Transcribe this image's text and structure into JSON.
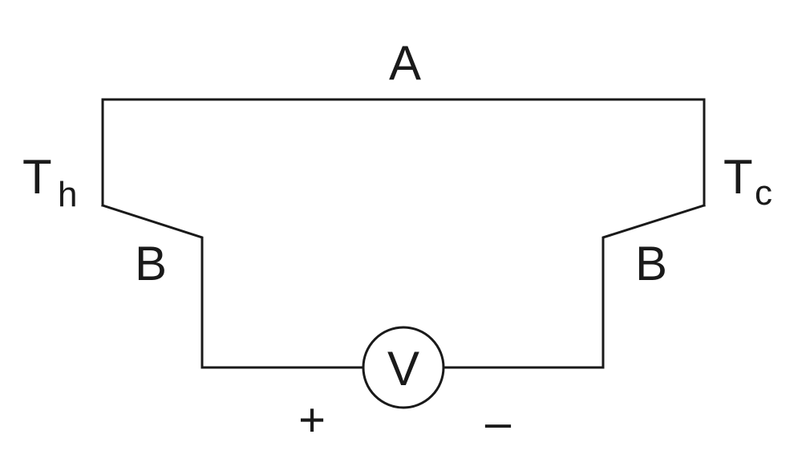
{
  "diagram": {
    "wire_a_label": "A",
    "wire_b_left_label": "B",
    "wire_b_right_label": "B",
    "hot_junction": {
      "symbol": "T",
      "subscript": "h"
    },
    "cold_junction": {
      "symbol": "T",
      "subscript": "c"
    },
    "voltmeter_label": "V",
    "positive_terminal": "+",
    "negative_terminal": "–"
  }
}
